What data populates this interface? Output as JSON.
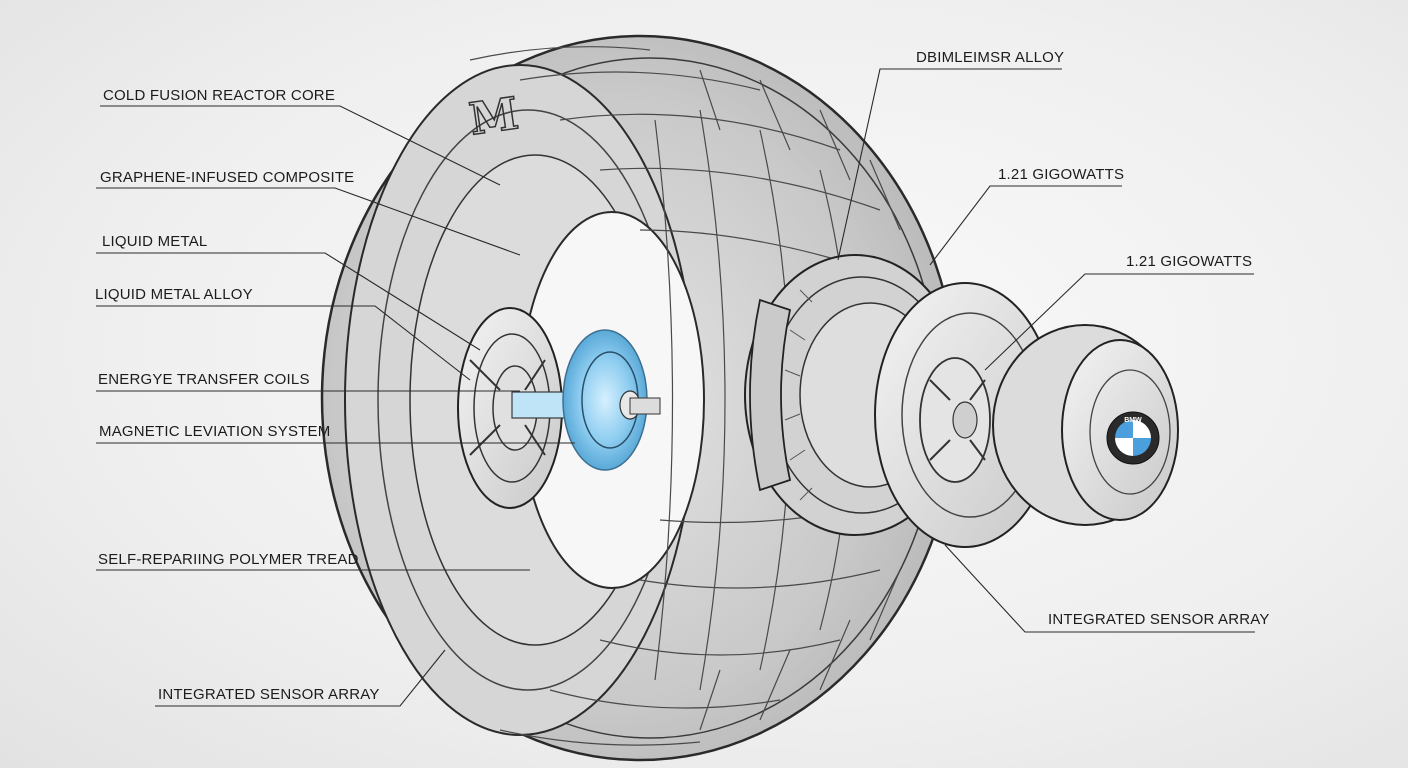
{
  "labels": {
    "cold_fusion": "COLD FUSION REACTOR CORE",
    "graphene": "GRAPHENE-INFUSED COMPOSITE",
    "liquid_metal": "LIQUID METAL",
    "liquid_metal_alloy": "LIQUID METAL ALLOY",
    "energy_coils": "ENERGYE TRANSFER COILS",
    "magnetic": "MAGNETIC LEVIATION SYSTEM",
    "polymer": "SELF-REPARIING POLYMER TREAD",
    "sensor_left": "INTEGRATED SENSOR ARRAY",
    "alloy_top": "DBIMLEIMSR ALLOY",
    "gigowatts_1": "1.21 GIGOWATTS",
    "gigowatts_2": "1.21 GIGOWATTS",
    "sensor_right": "INTEGRATED SENSOR ARRAY"
  },
  "tire_logo": "M",
  "badge": "BMW",
  "colors": {
    "line": "#2a2a2a",
    "tire_fill": "#cfcfcf",
    "hub_fill": "#e6e6e6",
    "glow": "#8ecdf0",
    "badge_blue": "#4b9fdc"
  }
}
